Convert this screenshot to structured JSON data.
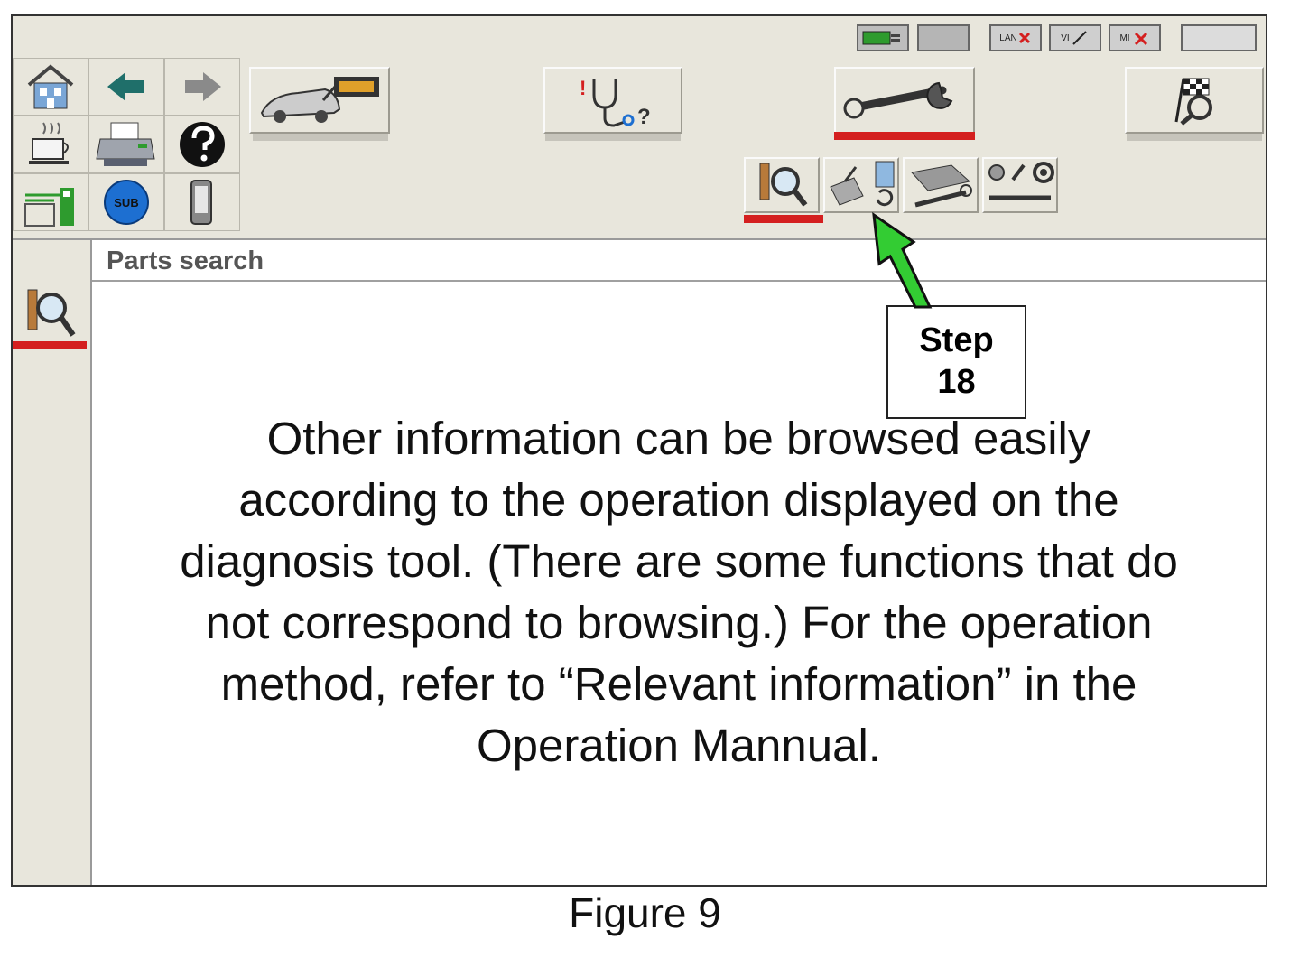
{
  "status_indicators": [
    {
      "label": "",
      "name": "connection-indicator"
    },
    {
      "label": "",
      "name": "blank-indicator"
    },
    {
      "label": "LAN",
      "name": "lan-indicator"
    },
    {
      "label": "VI",
      "name": "vi-indicator"
    },
    {
      "label": "MI",
      "name": "mi-indicator"
    },
    {
      "label": "",
      "name": "battery-indicator"
    }
  ],
  "toolbar": {
    "sub_label": "SUB"
  },
  "page": {
    "title": "Parts search",
    "body_lines": [
      "Other information can be browsed easily",
      "according to the operation displayed on the",
      "diagnosis tool. (There are some functions that do",
      "not correspond to browsing.) For the operation",
      "method, refer to “Relevant information” in the",
      "Operation Mannual."
    ]
  },
  "callout": {
    "line1": "Step",
    "line2": "18"
  },
  "caption": "Figure 9",
  "colors": {
    "active_underline": "#d41f1f",
    "arrow": "#33cc33",
    "panel": "#e8e6dc"
  }
}
